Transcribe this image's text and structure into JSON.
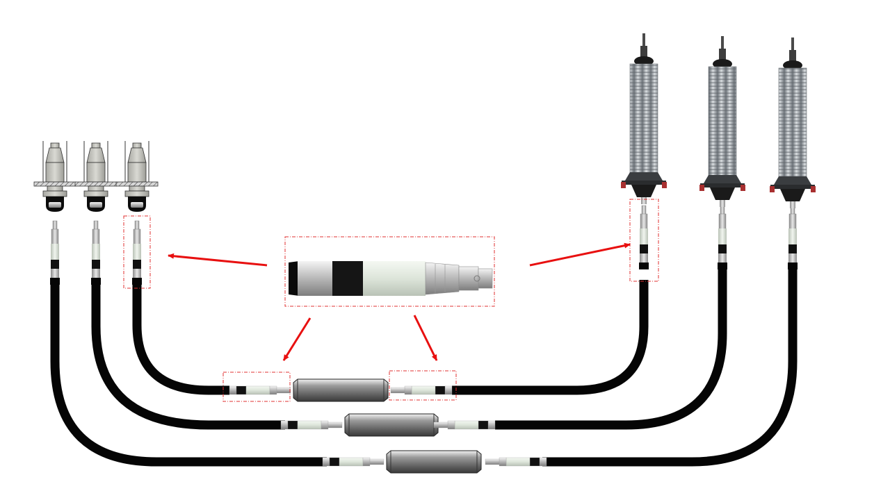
{
  "diagram": {
    "kind": "cable-termination-illustration",
    "colors": {
      "background": "#ffffff",
      "cable": "#050505",
      "highlight_box": "#e03030",
      "arrow": "#e81010",
      "insulator_gray": "#9aa0a6",
      "connector_gray": "#c8c8c8",
      "stress_cone_green": "#dfe6dc",
      "joint_body": "#6e6e6e",
      "flange_red": "#a83030"
    },
    "components": {
      "gis_terminations": 3,
      "outdoor_terminations": 3,
      "cable_runs": 3,
      "straight_joints": 3,
      "detail_callout": 1,
      "highlight_boxes": 4,
      "arrows": 4
    },
    "icons": [
      "gis-termination-icon",
      "outdoor-termination-icon",
      "straight-joint-icon",
      "prefab-connector-icon",
      "red-arrow-icon"
    ]
  }
}
